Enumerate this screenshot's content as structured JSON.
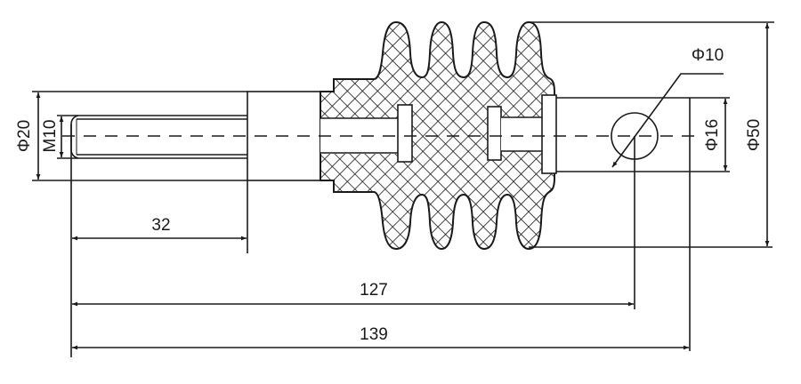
{
  "drawing": {
    "type": "technical-drawing",
    "subject": "rubber bellows shock absorber / insulator with threaded stud",
    "line_color": "#1a1a1a",
    "background": "#ffffff",
    "dimensions": {
      "phi20": "Φ20",
      "m10": "M10",
      "phi10": "Φ10",
      "phi16": "Φ16",
      "phi50": "Φ50",
      "len32": "32",
      "len127": "127",
      "len139": "139"
    },
    "parts": [
      {
        "name": "threaded-stud",
        "label": "M10"
      },
      {
        "name": "collar",
        "label": "Φ20"
      },
      {
        "name": "rubber-bellows",
        "convolutions": 4,
        "label": "Φ50"
      },
      {
        "name": "eye-shaft",
        "label": "Φ16"
      },
      {
        "name": "cross-hole",
        "label": "Φ10"
      }
    ]
  }
}
